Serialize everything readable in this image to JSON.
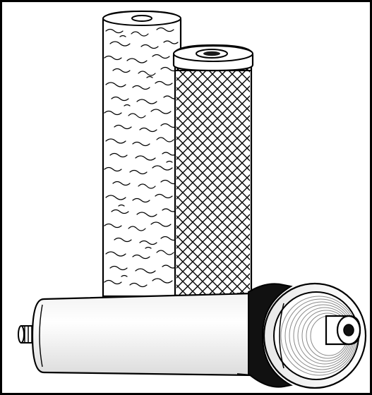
{
  "image": {
    "subject": "water-filter-cartridges",
    "items": [
      "sediment-filter-cartridge",
      "carbon-block-filter-cartridge",
      "ro-membrane-cartridge"
    ],
    "colors": {
      "line": "#000000",
      "fill": "#ffffff",
      "membrane_shade": "#e6e6e6",
      "membrane_end": "#d9d9d9",
      "carbon_dark": "#1a1a1a",
      "seal_ring": "#111111"
    }
  }
}
